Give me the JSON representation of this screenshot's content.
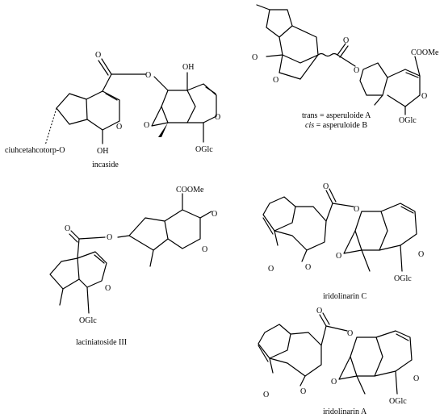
{
  "colors": {
    "ink": "#000000",
    "background": "#ffffff"
  },
  "structures": {
    "incaside": {
      "name": "incaside",
      "substituent": "ciuhcetahcotorp-O",
      "labels": {
        "carbonyl_o": "O",
        "ester_o": "O",
        "oh_top": "OH",
        "epoxide_o": "O",
        "ring_o_left": "O",
        "ring_o_right": "O",
        "oh_bottom": "OH",
        "oglc": "OGlc"
      }
    },
    "asperuloide": {
      "line_trans": "trans = asperuloide A",
      "line_cis_italic": "cis",
      "line_cis_rest": " = asperuloide B",
      "labels": {
        "lactone_co": "O",
        "lactone_o": "O",
        "carbonyl_o": "O",
        "ester_o": "O",
        "coome": "COOMe",
        "ring_o": "O",
        "oglc": "OGlc"
      }
    },
    "laciniatoside": {
      "name": "laciniatoside III",
      "labels": {
        "coome": "COOMe",
        "lactone_co": "O",
        "lactone_o": "O",
        "carbonyl_o": "O",
        "ester_o": "O",
        "ring_o": "O",
        "oglc": "OGlc"
      }
    },
    "iridolinarin_c": {
      "name": "iridolinarin C",
      "labels": {
        "carbonyl_o": "O",
        "ester_o": "O",
        "lactone_co": "O",
        "lactone_o": "O",
        "epoxide_o": "O",
        "ring_o": "O",
        "oglc": "OGlc"
      }
    },
    "iridolinarin_a": {
      "name": "iridolinarin A",
      "labels": {
        "carbonyl_o": "O",
        "ester_o": "O",
        "lactone_co": "O",
        "lactone_o": "O",
        "epoxide_o": "O",
        "ring_o": "O",
        "oglc": "OGlc"
      }
    }
  }
}
